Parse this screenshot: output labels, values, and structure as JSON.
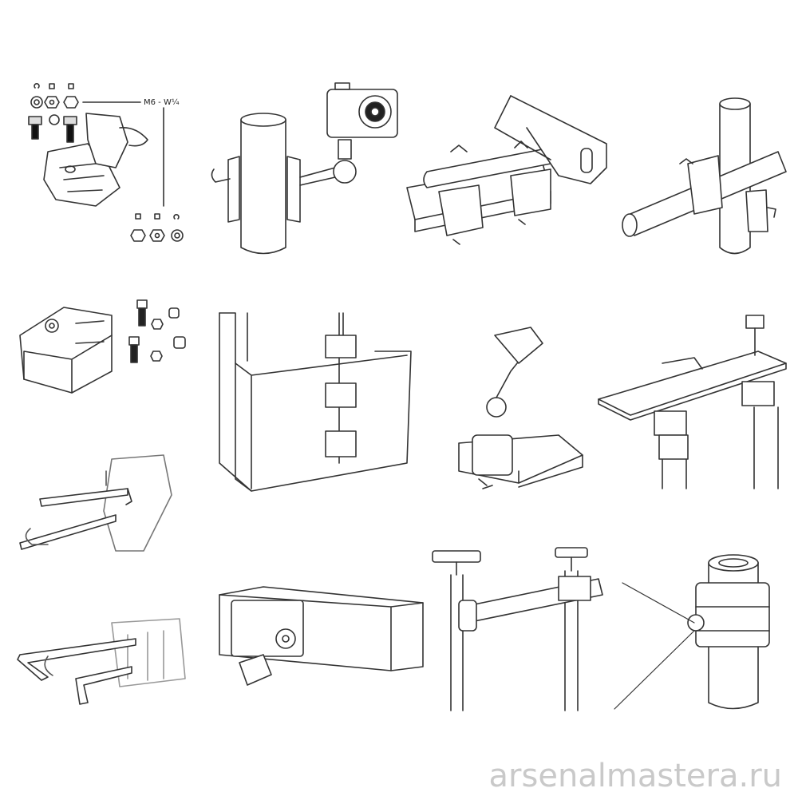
{
  "illustration": {
    "title": "",
    "panel_label": "M6 - W¼",
    "watermark": "arsenalmastera.ru",
    "accent_color": "#111111",
    "line_color": "#333333",
    "panels": [
      {
        "name": "hardware-kit-panel",
        "icon": "clamp-with-screws-icon"
      },
      {
        "name": "camera-mount-on-pole-panel",
        "icon": "camera-icon"
      },
      {
        "name": "hacksaw-on-bench-panel",
        "icon": "hacksaw-icon"
      },
      {
        "name": "cross-pipe-clamp-panel",
        "icon": "pipe-cross-icon"
      },
      {
        "name": "clamp-bolts-panel",
        "icon": "bolt-set-icon"
      },
      {
        "name": "shelf-cabinet-panel",
        "icon": "shelf-icon"
      },
      {
        "name": "articulated-arm-panel",
        "icon": "arm-clamp-icon"
      },
      {
        "name": "table-on-stands-panel",
        "icon": "stand-table-icon"
      },
      {
        "name": "hex-key-turn-panel",
        "icon": "hex-key-icon"
      },
      {
        "name": "hex-key-second-panel",
        "icon": "hex-key-icon"
      },
      {
        "name": "beam-mount-panel",
        "icon": "beam-clamp-icon"
      },
      {
        "name": "crossbar-stands-panel",
        "icon": "crossbar-icon"
      },
      {
        "name": "cable-pipe-panel",
        "icon": "cable-clamp-icon"
      }
    ]
  }
}
